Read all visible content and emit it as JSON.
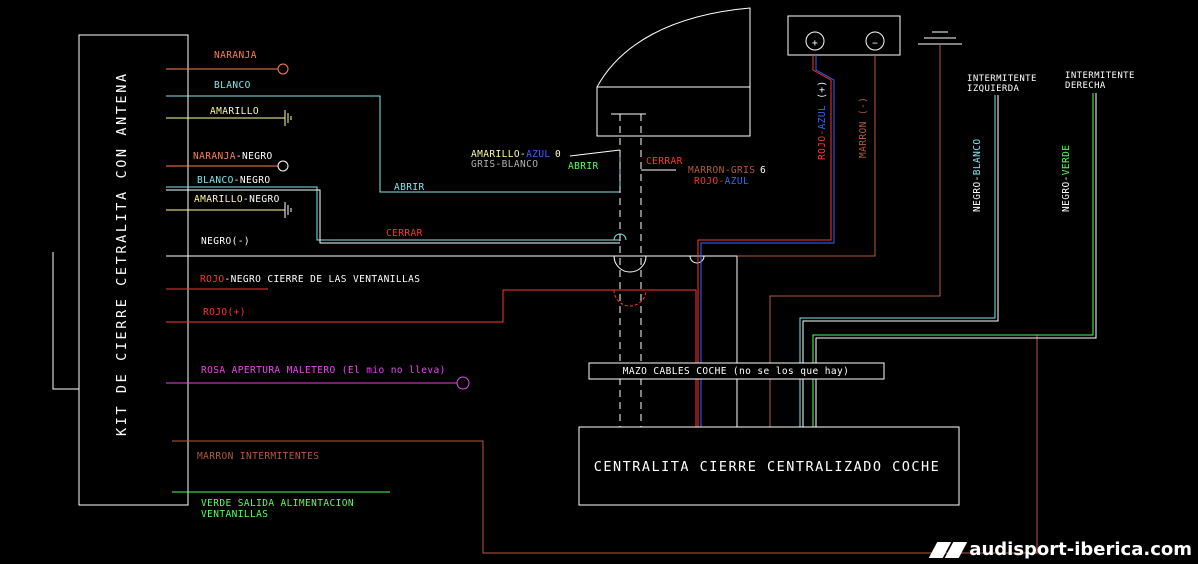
{
  "kit": {
    "box_title": "KIT DE CIERRE CETRALITA CON ANTENA",
    "wires": [
      {
        "text": "NARANJA",
        "color": "#ff7f50"
      },
      {
        "text": "BLANCO",
        "color": "#7fe8f0"
      },
      {
        "text": "AMARILLO",
        "color": "#ffff99"
      },
      {
        "text": "NARANJA-NEGRO",
        "color": "#ff7f50"
      },
      {
        "text": "BLANCO-NEGRO",
        "color": "#7fe8f0"
      },
      {
        "text": "AMARILLO-NEGRO",
        "color": "#ffff99"
      },
      {
        "text": "NEGRO(-)",
        "color": "#ffffff"
      },
      {
        "text": "ROJO-NEGRO  CIERRE DE LAS VENTANILLAS",
        "color": "#ff3333"
      },
      {
        "text": "ROJO(+)",
        "color": "#ff3333"
      },
      {
        "text": "ROSA  APERTURA MALETERO (El mio no lleva)",
        "color": "#ee44ee"
      },
      {
        "text": "MARRON  INTERMITENTES",
        "color": "#b55a3c"
      },
      {
        "text": "VERDE  SALIDA ALIMENTACION",
        "color": "#55ff55"
      },
      {
        "text": "VENTANILLAS",
        "color": "#55ff55"
      }
    ]
  },
  "labels": {
    "abrir_wire": "ABRIR",
    "cerrar_wire": "CERRAR",
    "door_amarillo": "AMARILLO-",
    "door_azul": "AZUL",
    "door_num_0": "0",
    "door_gris_blanco": "GRIS-BLANCO",
    "door_abrir": "ABRIR",
    "door_cerrar": "CERRAR",
    "door_marron_gris": "MARRON-GRIS",
    "door_num_6": "6",
    "door_rojo": "ROJO-",
    "door_azul2": "AZUL"
  },
  "battery": {
    "plus_symbol": "+",
    "minus_symbol": "−",
    "rojo_label": "ROJO-",
    "azul_label": "AZUL",
    "plus_label": "(+)",
    "marron_label": "MARRON (-)"
  },
  "indicators": {
    "left_title_1": "INTERMITENTE",
    "left_title_2": "IZQUIERDA",
    "right_title_1": "INTERMITENTE",
    "right_title_2": "DERECHA",
    "left_wire_a": "NEGRO-",
    "left_wire_b": "BLANCO",
    "right_wire_a": "NEGRO-",
    "right_wire_b": "VERDE"
  },
  "harness_label": "MAZO CABLES COCHE (no se los que hay)",
  "central_unit_label": "CENTRALITA CIERRE CENTRALIZADO COCHE",
  "watermark": "audisport-iberica.com",
  "colors": {
    "background": "#000000",
    "box": "#ffffff",
    "naranja": "#ff7f50",
    "blanco": "#7fe8f0",
    "amarillo": "#ffff99",
    "rojo": "#ff3333",
    "azul": "#3366ff",
    "rosa": "#ee44ee",
    "marron": "#b55a3c",
    "verde": "#55ff55"
  }
}
